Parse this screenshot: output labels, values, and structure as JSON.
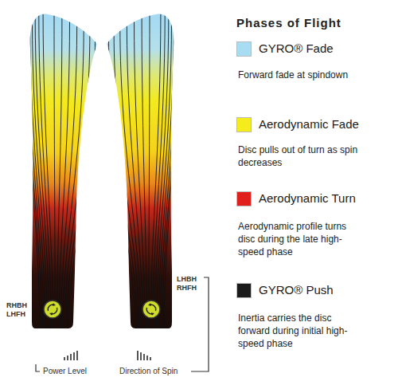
{
  "diagram": {
    "title": "Phases of Flight",
    "labels": [
      "RHBH",
      "LHFH",
      "LHBH",
      "RHFH",
      "Power Level",
      "Direction of Spin",
      "Forward fade at spindown",
      "Disc pulls out of turn as spin decreases",
      "Aerodynamic profile turns disc during the late high-speed phase",
      "Inertia carries the disc forward during initial high-speed phase"
    ],
    "legend": [
      {
        "text": "GYRO® Fade",
        "color": "#a8dcf2"
      },
      {
        "text": "Aerodynamic Fade",
        "color": "#f4ec1c"
      },
      {
        "text": "Aerodynamic Turn",
        "color": "#e0201c"
      },
      {
        "text": "GYRO® Push",
        "color": "#1a1a1a"
      }
    ]
  }
}
